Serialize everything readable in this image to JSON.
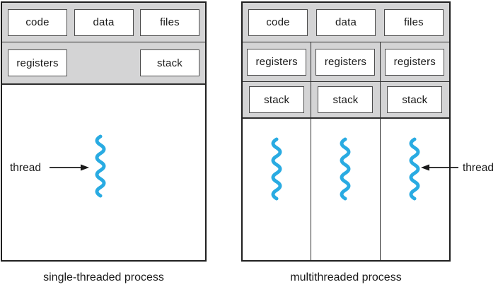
{
  "colors": {
    "thread_line": "#29ABE2",
    "header_bg": "#D4D4D5"
  },
  "single_threaded": {
    "caption": "single-threaded process",
    "boxes": {
      "code": "code",
      "data": "data",
      "files": "files",
      "registers": "registers",
      "stack": "stack"
    },
    "thread_label": "thread"
  },
  "multi_threaded": {
    "caption": "multithreaded process",
    "boxes": {
      "code": "code",
      "data": "data",
      "files": "files"
    },
    "columns": [
      {
        "registers": "registers",
        "stack": "stack"
      },
      {
        "registers": "registers",
        "stack": "stack"
      },
      {
        "registers": "registers",
        "stack": "stack"
      }
    ],
    "thread_label": "thread"
  }
}
